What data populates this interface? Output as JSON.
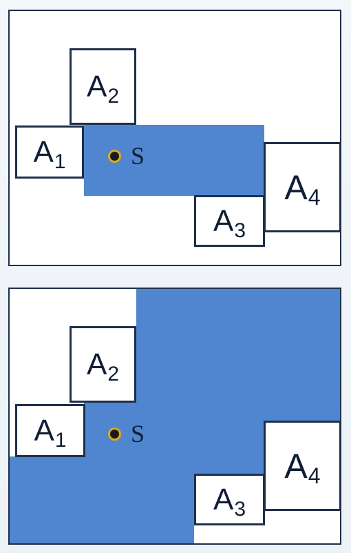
{
  "region_color": "#4f86cf",
  "stroke_color": "#1d2f49",
  "site_marker_color": "#e0a81a",
  "panels": [
    {
      "site_label": "S",
      "boxes": [
        {
          "label": "A",
          "sub": "1"
        },
        {
          "label": "A",
          "sub": "2"
        },
        {
          "label": "A",
          "sub": "3"
        },
        {
          "label": "A",
          "sub": "4"
        }
      ]
    },
    {
      "site_label": "S",
      "boxes": [
        {
          "label": "A",
          "sub": "1"
        },
        {
          "label": "A",
          "sub": "2"
        },
        {
          "label": "A",
          "sub": "3"
        },
        {
          "label": "A",
          "sub": "4"
        }
      ]
    }
  ]
}
